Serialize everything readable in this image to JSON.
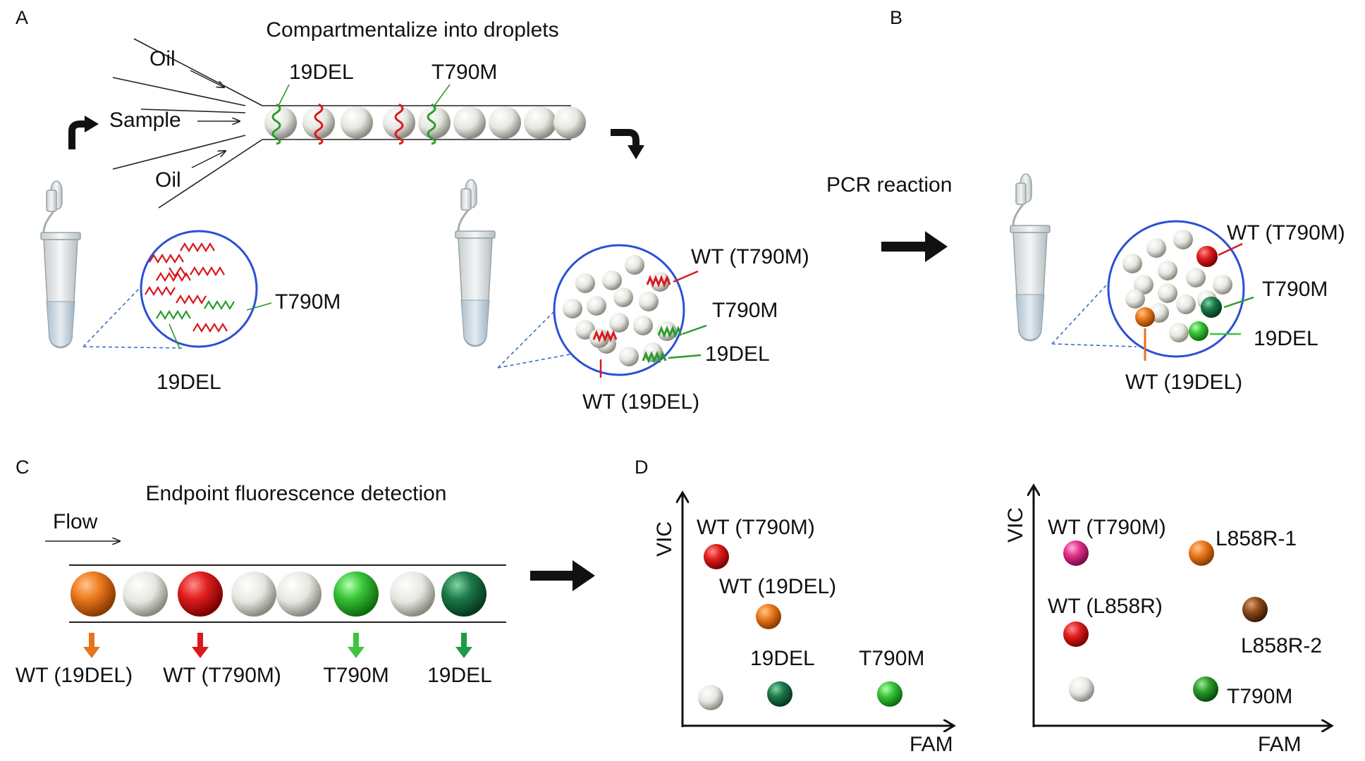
{
  "panels": {
    "a": {
      "letter": "A",
      "title": "Compartmentalize into droplets",
      "oil_top": "Oil",
      "oil_bottom": "Oil",
      "sample": "Sample",
      "channel_label_1": "19DEL",
      "channel_label_2": "T790M",
      "zoom1_label_t790m": "T790M",
      "zoom1_label_19del": "19DEL",
      "zoom2_label_wt_t790m": "WT (T790M)",
      "zoom2_label_t790m": "T790M",
      "zoom2_label_19del": "19DEL",
      "zoom2_label_wt_19del": "WT (19DEL)"
    },
    "b": {
      "letter": "B",
      "step_label": "PCR reaction",
      "label_wt_t790m": "WT (T790M)",
      "label_t790m": "T790M",
      "label_19del": "19DEL",
      "label_wt_19del": "WT (19DEL)"
    },
    "c": {
      "letter": "C",
      "title": "Endpoint fluorescence detection",
      "flow": "Flow",
      "labels": [
        "WT (19DEL)",
        "WT (T790M)",
        "T790M",
        "19DEL"
      ]
    },
    "d": {
      "letter": "D",
      "plot1": {
        "y_axis": "VIC",
        "x_axis": "FAM",
        "wt_t790m": "WT (T790M)",
        "wt_19del": "WT (19DEL)",
        "del19": "19DEL",
        "t790m": "T790M"
      },
      "plot2": {
        "y_axis": "VIC",
        "x_axis": "FAM",
        "wt_t790m": "WT (T790M)",
        "l858r_1": "L858R-1",
        "wt_l858r": "WT (L858R)",
        "l858r_2": "L858R-2",
        "t790m": "T790M"
      }
    }
  },
  "colors": {
    "circle_outline": "#2a4fd6",
    "wt_red": "#d9191f",
    "mutant_green": "#2f9a2f",
    "orange": "#e8731c",
    "light_green": "#3cc43c",
    "dark_green": "#1f7a44",
    "pink": "#e0308a",
    "brown": "#8a4a1e"
  }
}
